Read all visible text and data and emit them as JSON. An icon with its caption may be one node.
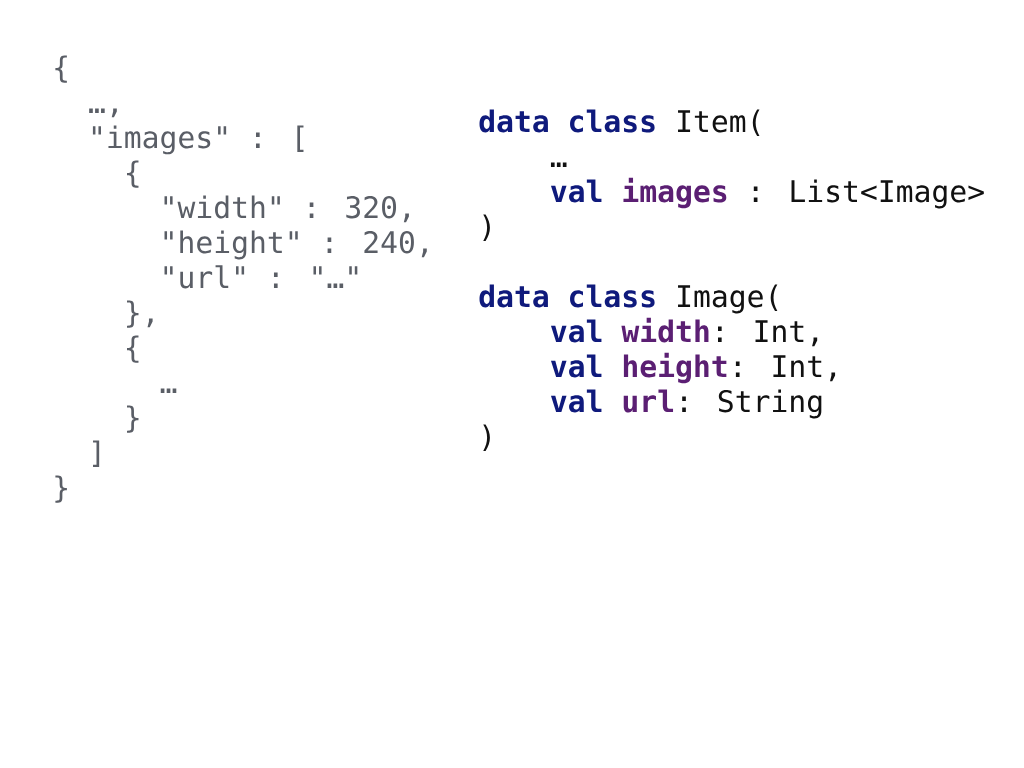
{
  "diagram": {
    "labels": [
      "{",
      "…,",
      "\"images\" : [",
      "{",
      "\"width\" : 320,",
      "\"height\" : 240,",
      "\"url\" : \"…\"",
      "},",
      "{",
      "…",
      "}",
      "]",
      "}",
      "data class",
      "Item(",
      "…",
      "val",
      "images",
      ": List<Image>",
      ")",
      "data class",
      "Image(",
      "val",
      "width",
      ": Int,",
      "val",
      "height",
      ": Int,",
      "val",
      "url",
      ": String",
      ")"
    ]
  }
}
